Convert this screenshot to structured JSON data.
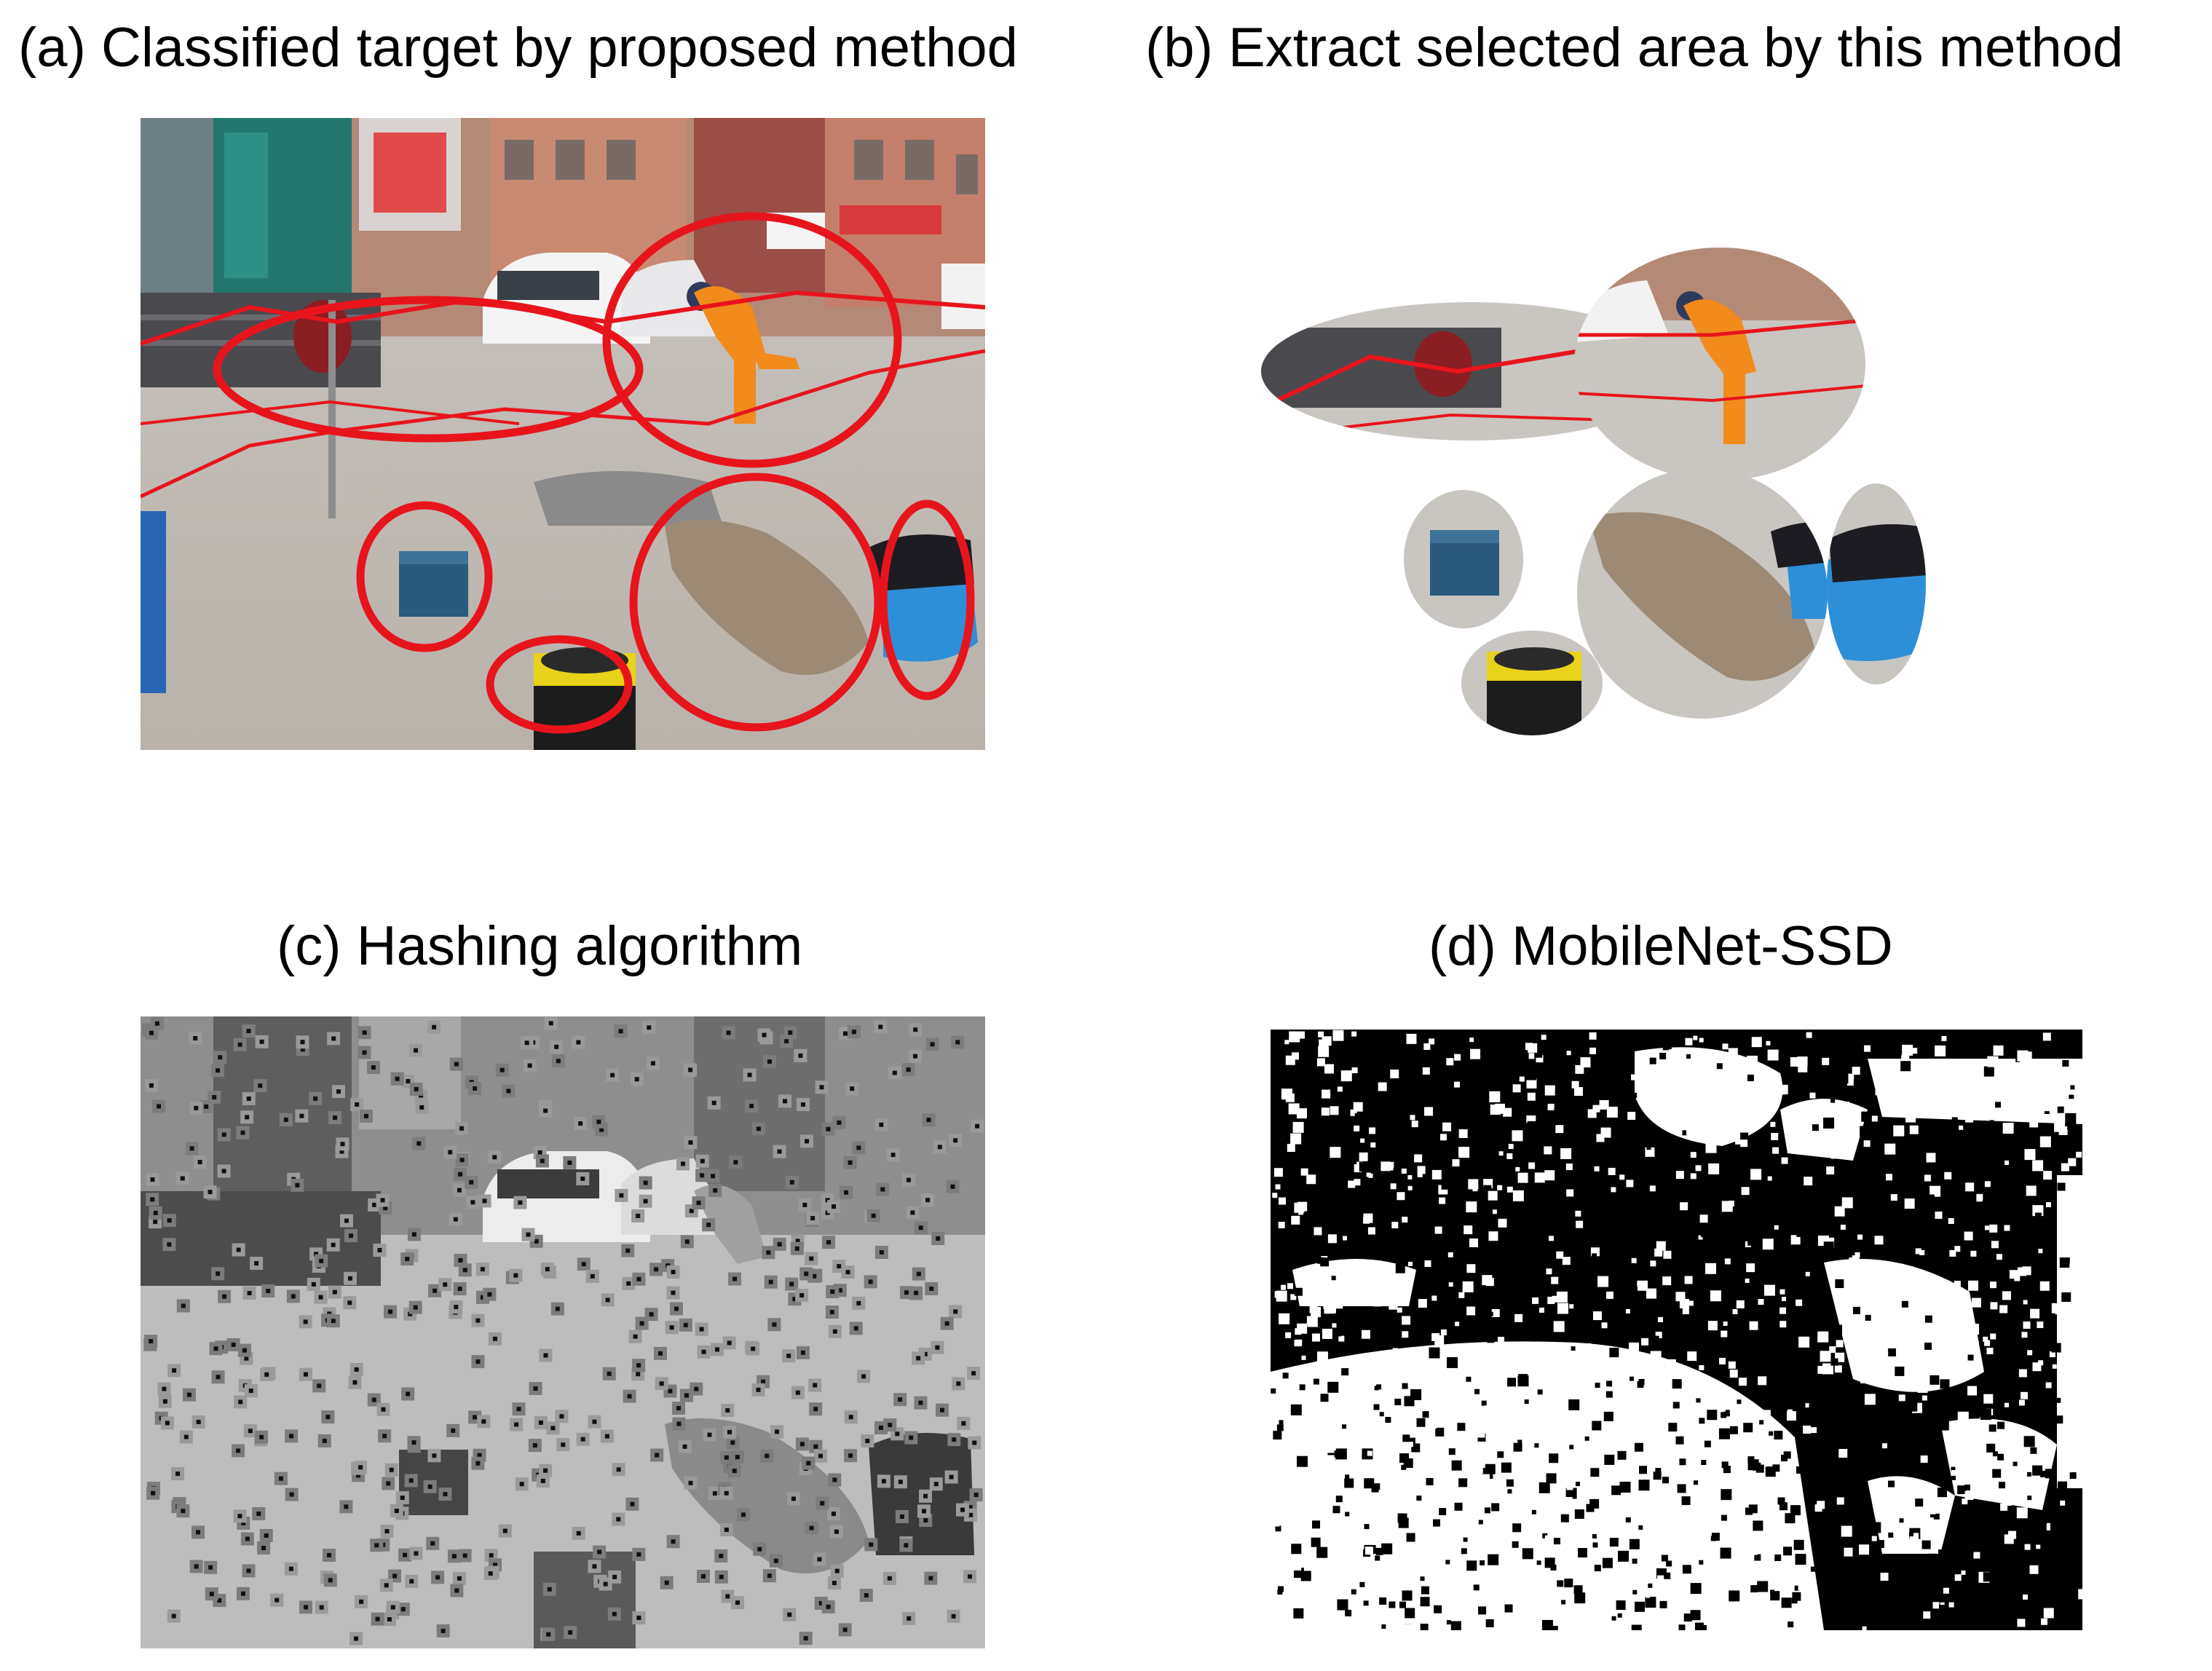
{
  "figure": {
    "panels": [
      {
        "id": "a",
        "caption": "(a)  Classified target by proposed method",
        "depicts": "street-scene-photo",
        "annotation_color": "#e8141c"
      },
      {
        "id": "b",
        "caption": "(b) Extract selected area by this method",
        "depicts": "extracted-elliptical-regions"
      },
      {
        "id": "c",
        "caption": "(c) Hashing algorithm",
        "depicts": "grayscale-photo-with-keypoints"
      },
      {
        "id": "d",
        "caption": "(d) MobileNet-SSD",
        "depicts": "binary-threshold-image"
      }
    ]
  },
  "colors": {
    "ellipse_red": "#e8141c",
    "worker_orange": "#f28a1c",
    "box_blue": "#2a5a7c",
    "bin_yellow": "#e8d21a",
    "tarp_blue": "#2d8fd8"
  }
}
